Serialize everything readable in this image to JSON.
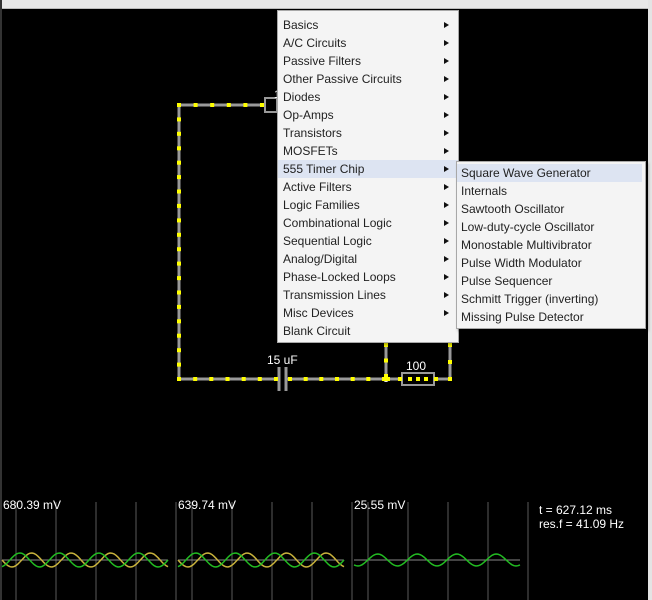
{
  "main_menu": {
    "items": [
      {
        "label": "Basics",
        "has_submenu": true
      },
      {
        "label": "A/C Circuits",
        "has_submenu": true
      },
      {
        "label": "Passive Filters",
        "has_submenu": true
      },
      {
        "label": "Other Passive Circuits",
        "has_submenu": true
      },
      {
        "label": "Diodes",
        "has_submenu": true
      },
      {
        "label": "Op-Amps",
        "has_submenu": true
      },
      {
        "label": "Transistors",
        "has_submenu": true
      },
      {
        "label": "MOSFETs",
        "has_submenu": true
      },
      {
        "label": "555 Timer Chip",
        "has_submenu": true,
        "highlighted": true
      },
      {
        "label": "Active Filters",
        "has_submenu": true
      },
      {
        "label": "Logic Families",
        "has_submenu": true
      },
      {
        "label": "Combinational Logic",
        "has_submenu": true
      },
      {
        "label": "Sequential Logic",
        "has_submenu": true
      },
      {
        "label": "Analog/Digital",
        "has_submenu": true
      },
      {
        "label": "Phase-Locked Loops",
        "has_submenu": true
      },
      {
        "label": "Transmission Lines",
        "has_submenu": true
      },
      {
        "label": "Misc Devices",
        "has_submenu": true
      },
      {
        "label": "Blank Circuit",
        "has_submenu": false
      }
    ]
  },
  "sub_menu": {
    "items": [
      {
        "label": "Square Wave Generator",
        "highlighted": true
      },
      {
        "label": "Internals"
      },
      {
        "label": "Sawtooth Oscillator"
      },
      {
        "label": "Low-duty-cycle Oscillator"
      },
      {
        "label": "Monostable Multivibrator"
      },
      {
        "label": "Pulse Width Modulator"
      },
      {
        "label": "Pulse Sequencer"
      },
      {
        "label": "Schmitt Trigger (inverting)"
      },
      {
        "label": "Missing Pulse Detector"
      }
    ]
  },
  "circuit": {
    "capacitor_label": "15 uF",
    "resistor_label": "100",
    "wire_color": "#999999",
    "current_dot_color": "#ffff00",
    "partial_label": "1"
  },
  "scopes": [
    {
      "value": "680.39 mV"
    },
    {
      "value": "639.74 mV"
    },
    {
      "value": "25.55 mV"
    }
  ],
  "info": {
    "time": "t = 627.12 ms",
    "resonant_freq": "res.f = 41.09 Hz"
  },
  "colors": {
    "trace_green": "#22bb22",
    "trace_yellow": "#c8b23c",
    "grid": "#777777",
    "menu_bg": "#f4f4f4",
    "menu_highlight": "#dde4f2"
  }
}
